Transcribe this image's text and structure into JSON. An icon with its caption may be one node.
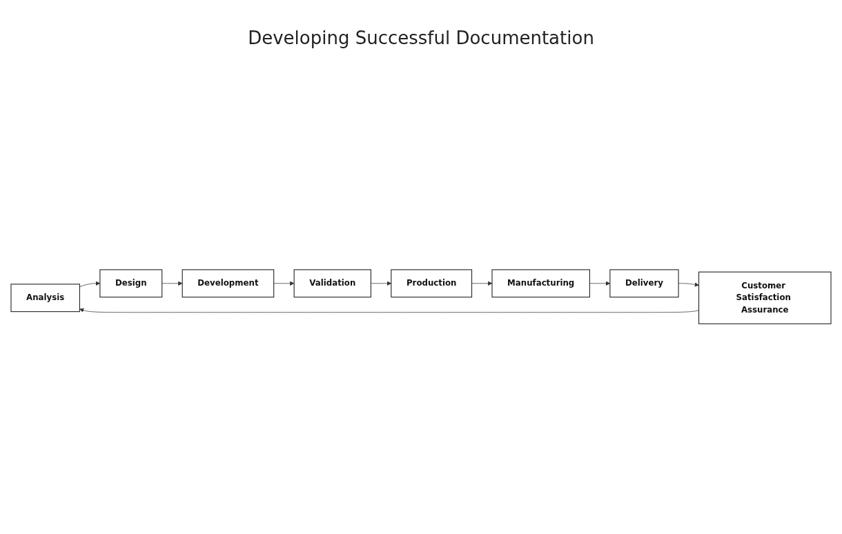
{
  "diagram": {
    "title": "Developing Successful Documentation",
    "nodes": [
      {
        "text": [
          "Analysis"
        ]
      },
      {
        "text": [
          "Design"
        ]
      },
      {
        "text": [
          "Development"
        ]
      },
      {
        "text": [
          "Validation"
        ]
      },
      {
        "text": [
          "Production"
        ]
      },
      {
        "text": [
          "Manufacturing"
        ]
      },
      {
        "text": [
          "Delivery"
        ]
      },
      {
        "text": [
          "Customer Satisfaction Assurance"
        ]
      }
    ],
    "edges": [
      {
        "from": 0,
        "to": 1,
        "arrow": "to"
      },
      {
        "from": 1,
        "to": 2,
        "arrow": "to"
      },
      {
        "from": 2,
        "to": 3,
        "arrow": "to"
      },
      {
        "from": 3,
        "to": 4,
        "arrow": "to"
      },
      {
        "from": 4,
        "to": 5,
        "arrow": "to"
      },
      {
        "from": 5,
        "to": 6,
        "arrow": "to"
      },
      {
        "from": 6,
        "to": 7,
        "arrow": "to"
      },
      {
        "from": 7,
        "to": 0,
        "arrow": "to"
      }
    ]
  }
}
